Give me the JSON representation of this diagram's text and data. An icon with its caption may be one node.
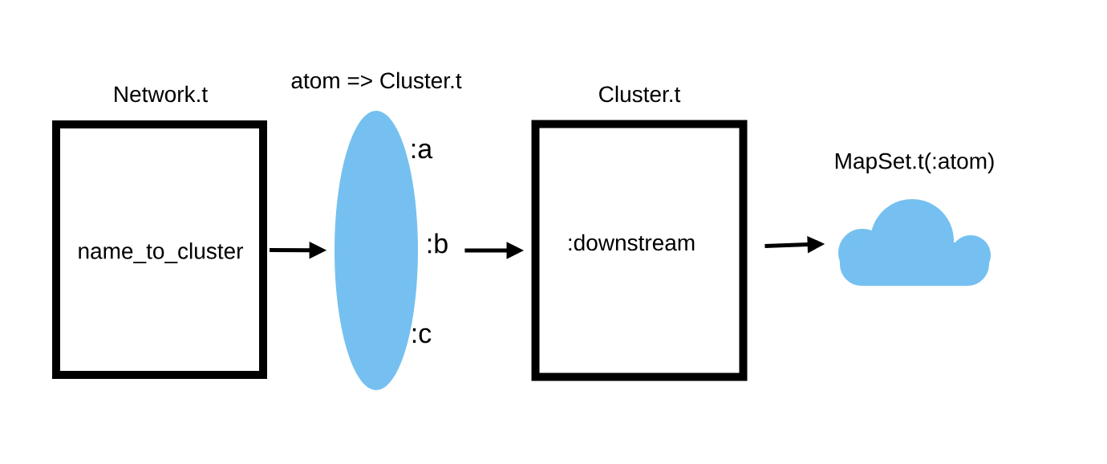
{
  "diagram": {
    "nodes": [
      {
        "text": [
          "Network.t",
          "name_to_cluster"
        ]
      },
      {
        "text": [
          ":a",
          ":b",
          ":c"
        ],
        "beside": [
          "atom => Cluster.t"
        ]
      },
      {
        "text": [
          "Cluster.t",
          ":downstream"
        ]
      },
      {
        "text": [
          "MapSet.t(:atom)"
        ]
      }
    ],
    "edges": [
      {
        "from": 0,
        "to": 1,
        "arrow": "to"
      },
      {
        "from": 1,
        "to": 2,
        "arrow": "to"
      },
      {
        "from": 2,
        "to": 3,
        "arrow": "to"
      }
    ]
  }
}
